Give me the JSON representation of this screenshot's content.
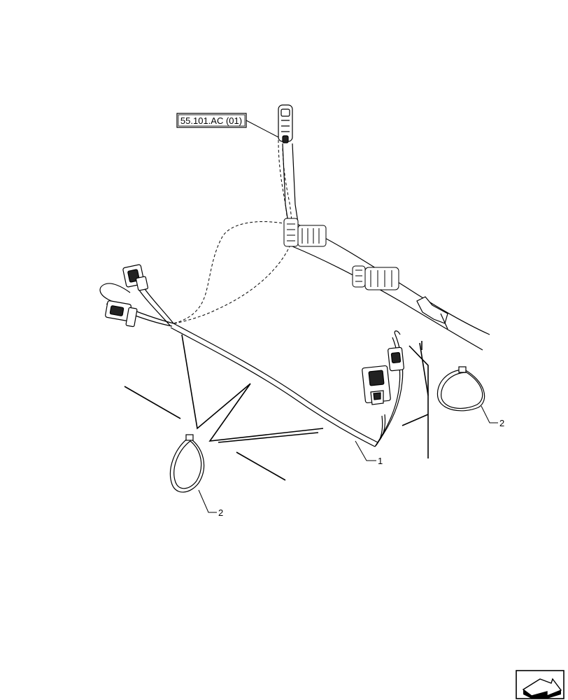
{
  "diagram": {
    "reference_label": "55.101.AC (01)",
    "callouts": {
      "harness": "1",
      "tie_right": "2",
      "tie_left": "2"
    },
    "nav_icon": "next-page-arrow-icon"
  }
}
